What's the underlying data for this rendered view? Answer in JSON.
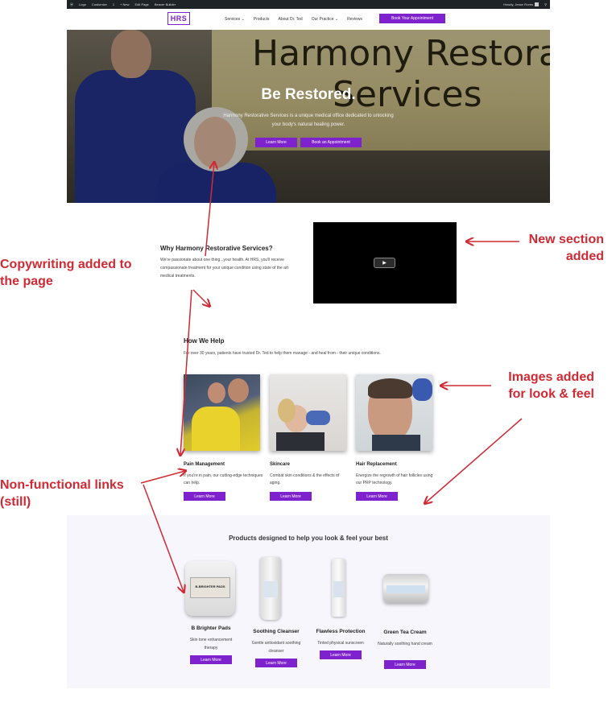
{
  "admin_bar": {
    "items": [
      "Logo",
      "Customize",
      "1",
      "+ New",
      "Edit Page",
      "Beaver Builder"
    ],
    "howdy": "Howdy, Jesse Flores"
  },
  "header": {
    "logo": "HRS",
    "nav": [
      "Services ⌄",
      "Products",
      "About Dr. Ted",
      "Our Practice ⌄",
      "Reviews"
    ],
    "cta": "Book Your Appointment"
  },
  "hero": {
    "banner_line1": "Harmony Restorative",
    "banner_line2": "Services",
    "title": "Be Restored.",
    "subtitle": "Harmony Restorative Services is a unique medical office dedicated to unlocking your body's natural healing power.",
    "btn_learn": "Learn More",
    "btn_book": "Book an Appointment"
  },
  "why": {
    "title": "Why Harmony Restorative Services?",
    "body": "We're passionate about one thing...your health. At HRS, you'll receive compassionate treatment for your unique condition using state of the art medical treatments."
  },
  "help": {
    "title": "How We Help",
    "subtitle": "For over 30 years, patients have trusted Dr. Ted to help them manage - and heal from - their unique conditions.",
    "cards": [
      {
        "title": "Pain Management",
        "desc": "If you're in pain, our cutting-edge techniques can help.",
        "btn": "Learn More"
      },
      {
        "title": "Skincare",
        "desc": "Combat skin conditions & the effects of aging.",
        "btn": "Learn More"
      },
      {
        "title": "Hair Replacement",
        "desc": "Energize the regrowth of hair follicles using our PRP technology.",
        "btn": "Learn More"
      }
    ]
  },
  "products": {
    "title": "Products designed to help you look & feel your best",
    "items": [
      {
        "name": "B Brighter Pads",
        "desc": "Skin tone enhancement therapy",
        "btn": "Learn More",
        "label": "B-BRIGHTER PADS"
      },
      {
        "name": "Soothing Cleanser",
        "desc": "Gentle antioxidant soothing cleanser",
        "btn": "Learn More"
      },
      {
        "name": "Flawless Protection",
        "desc": "Tinted physical sunscreen",
        "btn": "Learn More"
      },
      {
        "name": "Green Tea Cream",
        "desc": "Naturally soothing hand cream",
        "btn": "Learn More"
      }
    ]
  },
  "annotations": {
    "new_section": "New section\nadded",
    "copywriting": "Copywriting added to\nthe page",
    "images": "Images added\nfor look & feel",
    "links": "Non-functional links\n(still)"
  },
  "colors": {
    "accent": "#7e22ce",
    "annotation": "#d02a34",
    "adminbar": "#1d2327"
  }
}
